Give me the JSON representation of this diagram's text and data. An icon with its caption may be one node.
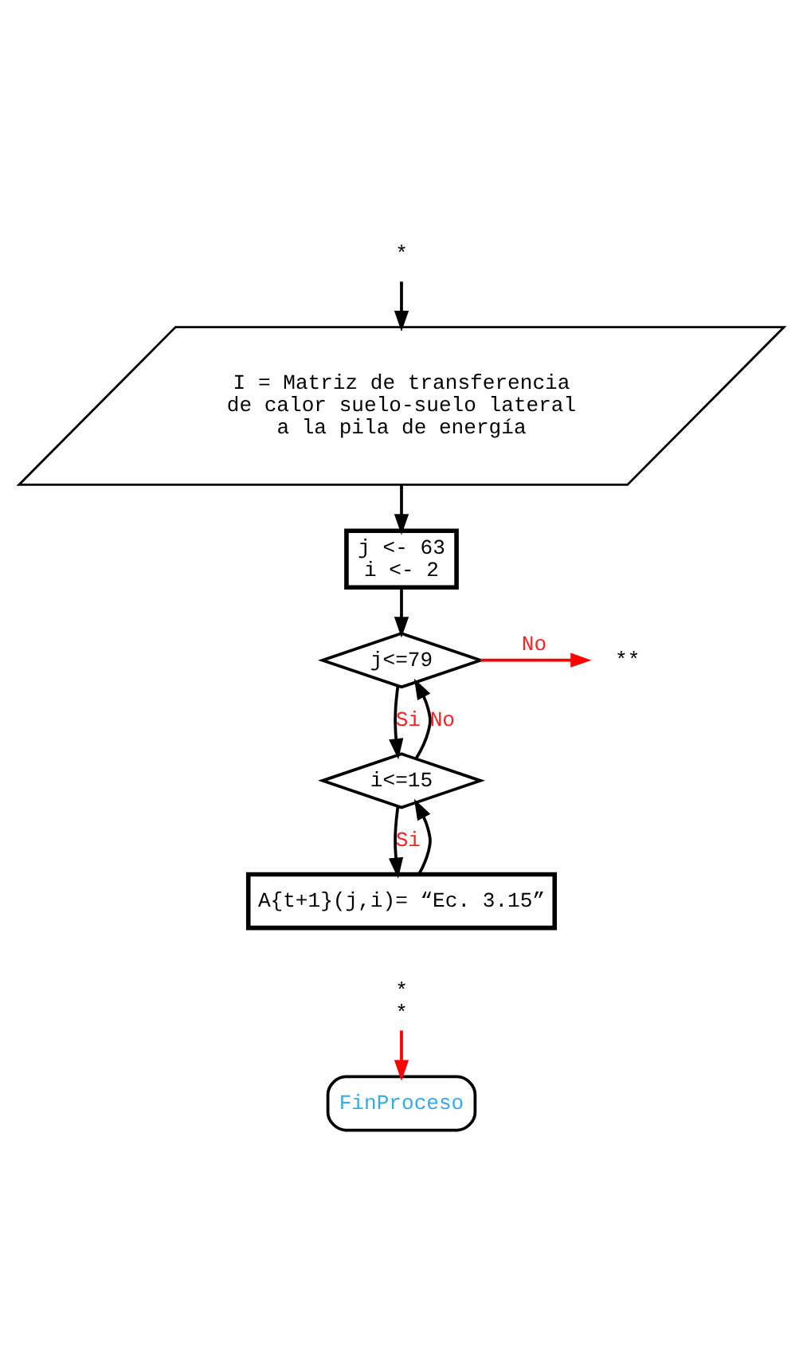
{
  "diagram": {
    "nodes": [
      {
        "text": [
          "*"
        ]
      },
      {
        "text": [
          "I = Matriz de transferencia de calor suelo-suelo lateral a la pila de energía"
        ]
      },
      {
        "text": [
          "j <- 63 i <- 2"
        ]
      },
      {
        "text": [
          "j<=79"
        ]
      },
      {
        "text": [
          "**"
        ]
      },
      {
        "text": [
          "i<=15"
        ]
      },
      {
        "text": [
          "A{t+1}(j,i)= “Ec. 3.15”"
        ]
      },
      {
        "text": [
          "* *"
        ]
      },
      {
        "text": [
          "FinProceso"
        ]
      }
    ],
    "edges": [
      {
        "from": 0,
        "to": 1,
        "arrow": "to"
      },
      {
        "from": 1,
        "to": 2,
        "arrow": "to"
      },
      {
        "from": 2,
        "to": 3,
        "arrow": "to"
      },
      {
        "from": 3,
        "to": 4,
        "arrow": "to",
        "label": "No",
        "color": "#ff0000"
      },
      {
        "from": 3,
        "to": 5,
        "arrow": "to",
        "label": "Si"
      },
      {
        "from": 5,
        "to": 6,
        "arrow": "to",
        "label": "Si"
      },
      {
        "from": 6,
        "to": 5,
        "arrow": "to"
      },
      {
        "from": 5,
        "to": 3,
        "arrow": "to",
        "label": "No"
      },
      {
        "from": 7,
        "to": 8,
        "arrow": "to",
        "color": "#ff0000"
      }
    ]
  }
}
